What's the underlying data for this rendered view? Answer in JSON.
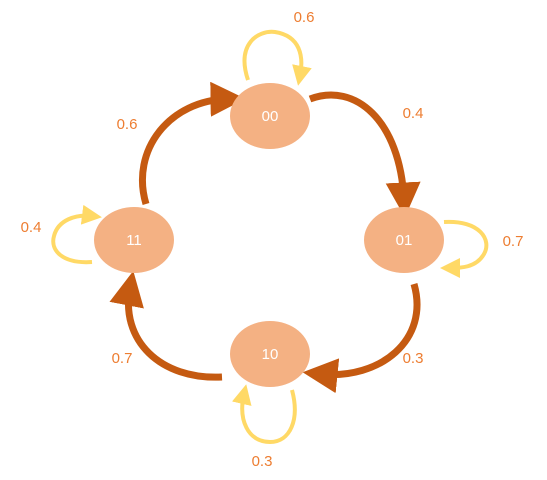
{
  "colors": {
    "node_fill": "#F4B183",
    "node_text": "#FFFFFF",
    "transition_arrow": "#C55A11",
    "self_loop_arrow": "#FFD966",
    "label": "#ED7D31"
  },
  "states": {
    "s00": "00",
    "s01": "01",
    "s10": "10",
    "s11": "11"
  },
  "transitions": {
    "t00_00": "0.6",
    "t00_01": "0.4",
    "t01_01": "0.7",
    "t01_10": "0.3",
    "t10_10": "0.3",
    "t10_11": "0.7",
    "t11_11": "0.4",
    "t11_00": "0.6"
  }
}
